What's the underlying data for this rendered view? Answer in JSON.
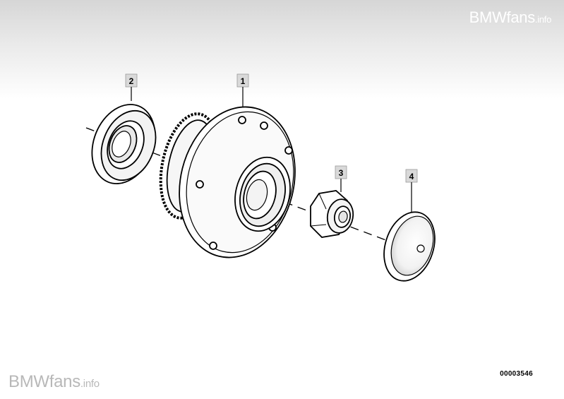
{
  "watermark": {
    "top_brand": "BMWfans",
    "top_suffix": ".info",
    "bottom_brand": "BMWfans",
    "bottom_suffix": ".info"
  },
  "diagram_code": "00003546",
  "callouts": [
    {
      "id": "1",
      "part": "wheel-hub"
    },
    {
      "id": "2",
      "part": "seal-ring"
    },
    {
      "id": "3",
      "part": "collar-nut"
    },
    {
      "id": "4",
      "part": "grease-cap"
    }
  ]
}
